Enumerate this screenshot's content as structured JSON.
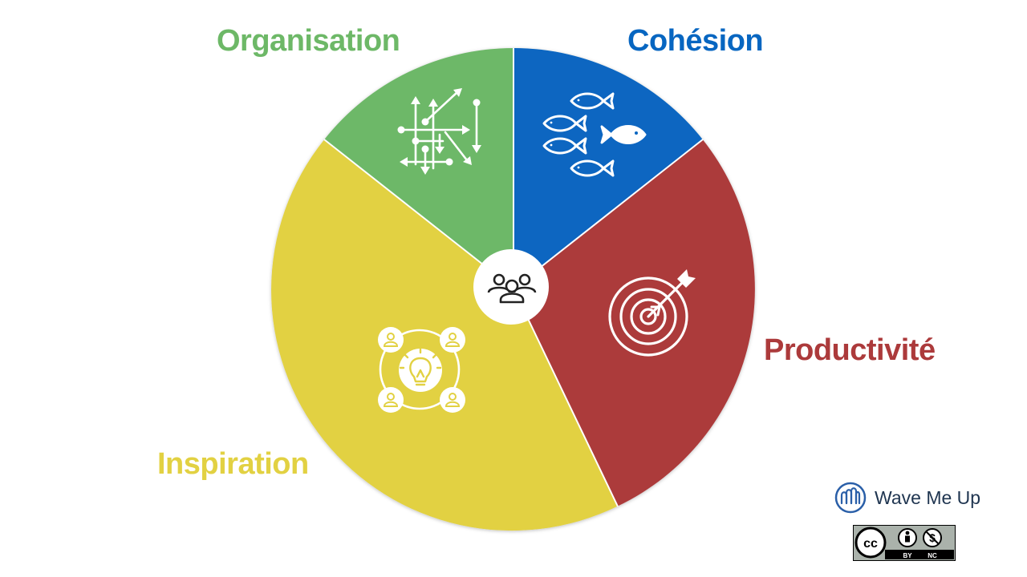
{
  "segments": [
    {
      "name": "Organisation",
      "color": "#6db867",
      "icon": "network-arrows-icon"
    },
    {
      "name": "Cohésion",
      "color": "#0766c1",
      "icon": "fish-school-icon"
    },
    {
      "name": "Productivité",
      "color": "#ac3a3b",
      "icon": "target-arrow-icon"
    },
    {
      "name": "Inspiration",
      "color": "#e2d142",
      "icon": "idea-people-icon"
    }
  ],
  "center_icon": "team-icon",
  "brand": {
    "name": "Wave Me Up",
    "icon": "wave-logo-icon"
  },
  "license": {
    "badge": "cc-by-nc-icon",
    "cc_text": "cc",
    "by_text": "BY",
    "nc_text": "NC"
  }
}
